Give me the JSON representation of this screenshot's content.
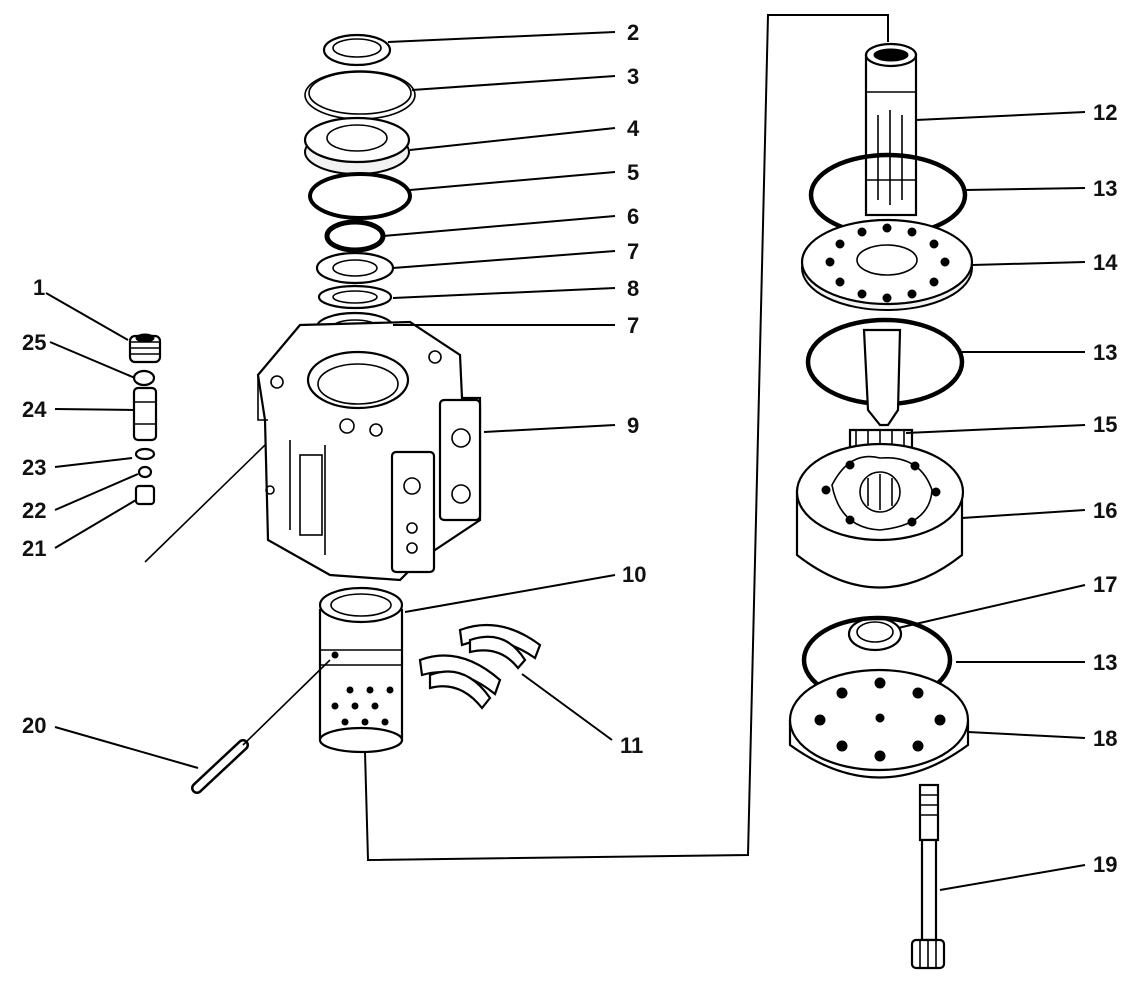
{
  "diagram": {
    "labels": [
      "1",
      "2",
      "3",
      "4",
      "5",
      "6",
      "7",
      "7",
      "8",
      "9",
      "10",
      "11",
      "12",
      "13",
      "13",
      "13",
      "14",
      "15",
      "16",
      "17",
      "18",
      "19",
      "20",
      "21",
      "22",
      "23",
      "24",
      "25"
    ],
    "icons": [
      "fitting-icon",
      "seal-icon",
      "o-ring-icon",
      "bushing-icon",
      "thrust-washer-icon",
      "housing-icon",
      "sleeve-icon",
      "centering-spring-icon",
      "spool-icon",
      "plate-icon",
      "drive-shaft-icon",
      "gerotor-icon",
      "spacer-icon",
      "end-cap-icon",
      "bolt-icon",
      "pin-icon",
      "check-valve-icon"
    ]
  }
}
